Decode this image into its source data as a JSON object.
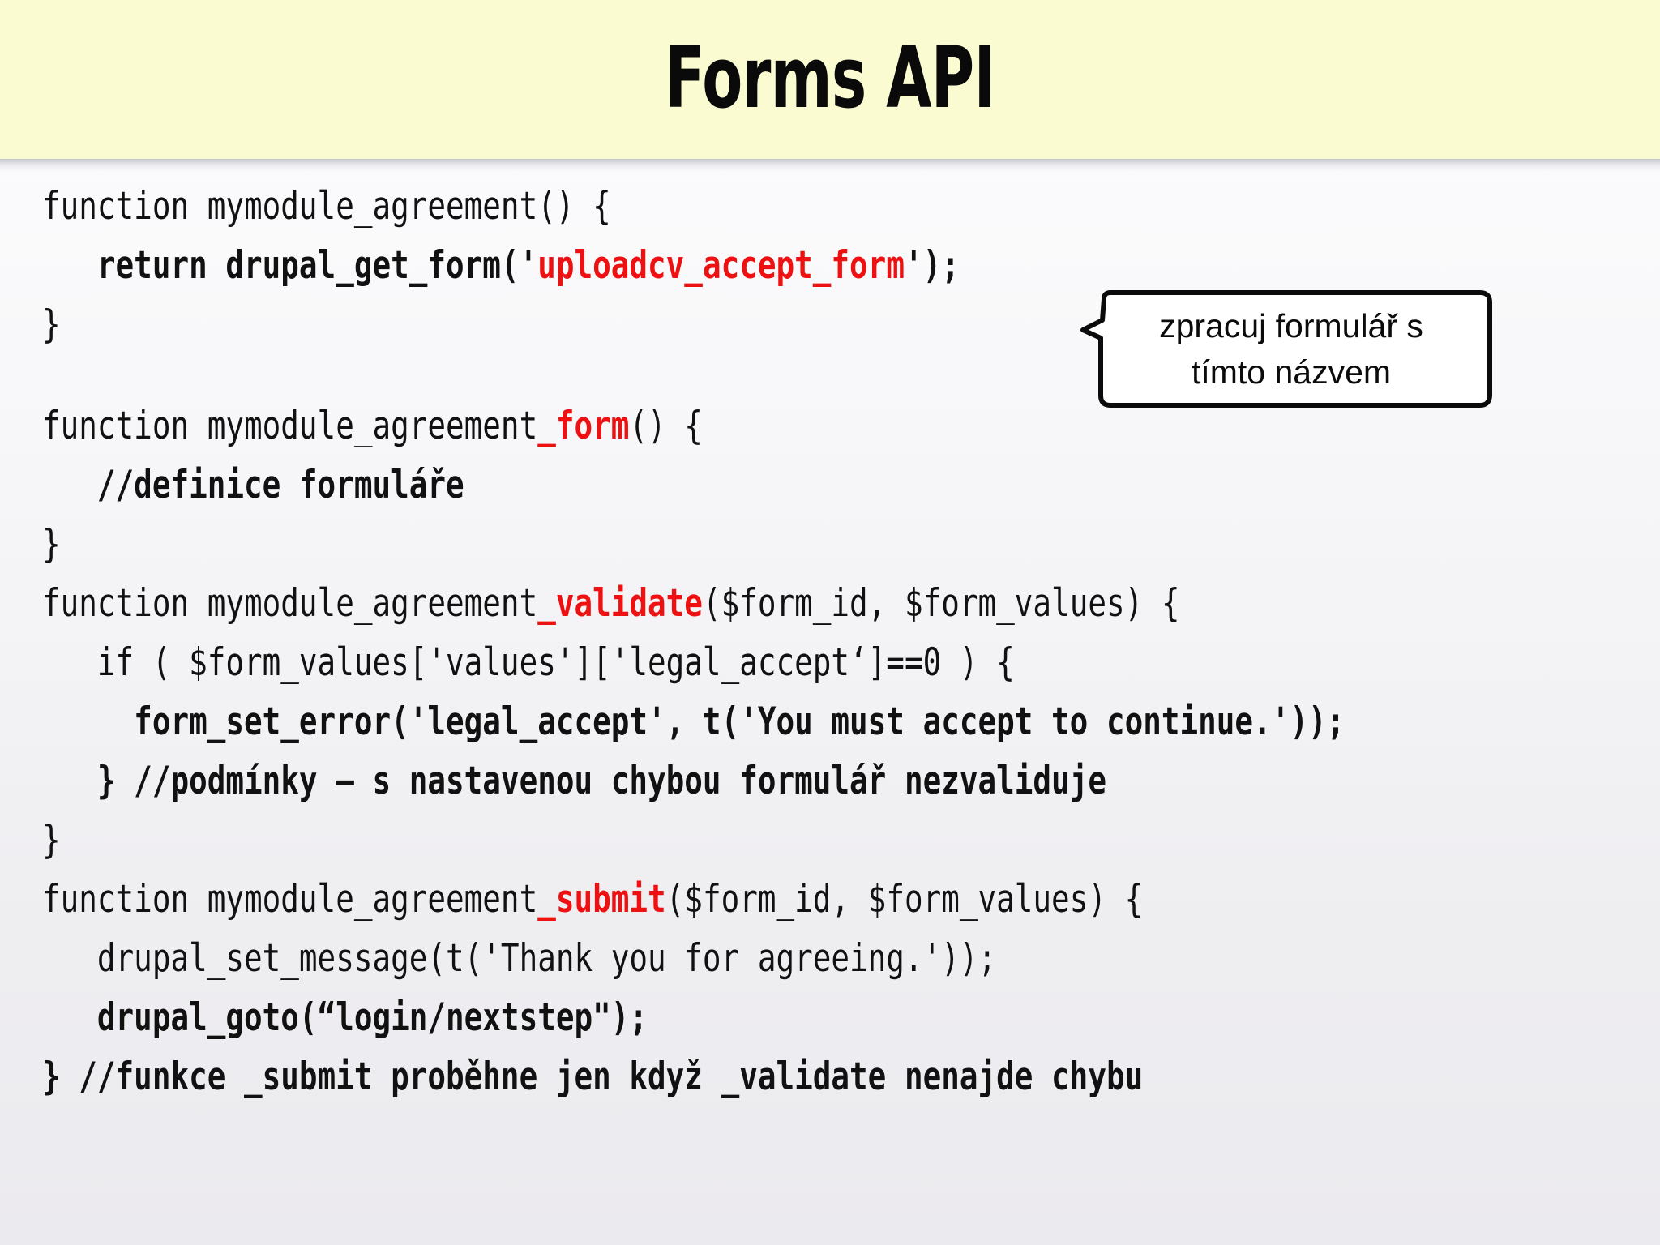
{
  "slide": {
    "title": "Forms API",
    "header_color": "#fbfbd2",
    "accent_color": "#ee1111",
    "text_color": "#111111"
  },
  "code": {
    "lines": [
      {
        "id": "l1",
        "bold": false,
        "segments": [
          {
            "text": "function mymodule_agreement() {",
            "color": "black"
          }
        ]
      },
      {
        "id": "l2",
        "bold": true,
        "segments": [
          {
            "text": "   return drupal_get_form('",
            "color": "black"
          },
          {
            "text": "uploadcv_accept_form",
            "color": "red"
          },
          {
            "text": "');",
            "color": "black"
          }
        ]
      },
      {
        "id": "l3",
        "bold": false,
        "segments": [
          {
            "text": "}",
            "color": "black"
          }
        ]
      },
      {
        "id": "l4",
        "bold": false,
        "blank": true,
        "segments": [
          {
            "text": " ",
            "color": "black"
          }
        ]
      },
      {
        "id": "l5",
        "bold": false,
        "segments": [
          {
            "text": "function mymodule_agreement",
            "color": "black"
          },
          {
            "text": "_form",
            "color": "red"
          },
          {
            "text": "() {",
            "color": "black"
          }
        ]
      },
      {
        "id": "l6",
        "bold": true,
        "segments": [
          {
            "text": "   //definice formuláře",
            "color": "black"
          }
        ]
      },
      {
        "id": "l7",
        "bold": false,
        "segments": [
          {
            "text": "}",
            "color": "black"
          }
        ]
      },
      {
        "id": "l8",
        "bold": false,
        "segments": [
          {
            "text": "function mymodule_agreement",
            "color": "black"
          },
          {
            "text": "_validate",
            "color": "red"
          },
          {
            "text": "($form_id, $form_values) {",
            "color": "black"
          }
        ]
      },
      {
        "id": "l9",
        "bold": false,
        "segments": [
          {
            "text": "   if ( $form_values['values']['legal_accept‘]==0 ) {",
            "color": "black"
          }
        ]
      },
      {
        "id": "l10",
        "bold": true,
        "segments": [
          {
            "text": "     form_set_error('legal_accept', t('You must accept to continue.'));",
            "color": "black"
          }
        ]
      },
      {
        "id": "l11",
        "bold": true,
        "segments": [
          {
            "text": "   } //podmínky – s nastavenou chybou formulář nezvaliduje",
            "color": "black"
          }
        ]
      },
      {
        "id": "l12",
        "bold": false,
        "segments": [
          {
            "text": "}",
            "color": "black"
          }
        ]
      },
      {
        "id": "l13",
        "bold": false,
        "segments": [
          {
            "text": "function mymodule_agreement",
            "color": "black"
          },
          {
            "text": "_submit",
            "color": "red"
          },
          {
            "text": "($form_id, $form_values) {",
            "color": "black"
          }
        ]
      },
      {
        "id": "l14",
        "bold": false,
        "segments": [
          {
            "text": "   drupal_set_message(t('Thank you for agreeing.'));",
            "color": "black"
          }
        ]
      },
      {
        "id": "l15",
        "bold": true,
        "segments": [
          {
            "text": "   drupal_goto(“login/nextstep\");",
            "color": "black"
          }
        ]
      },
      {
        "id": "l16",
        "bold": true,
        "segments": [
          {
            "text": "} //funkce _submit proběhne jen když _validate nenajde chybu",
            "color": "black"
          }
        ]
      }
    ]
  },
  "callout": {
    "line1": "zpracuj formulář s",
    "line2": "tímto názvem"
  }
}
